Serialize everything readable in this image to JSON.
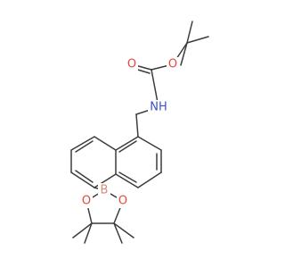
{
  "molecule": {
    "colors": {
      "bond": "#3c3c3c",
      "O": "#e8473d",
      "N": "#3a4fd6",
      "B": "#d98a7a"
    },
    "atoms": [
      {
        "id": "o1",
        "symbol": "O"
      },
      {
        "id": "o2",
        "symbol": "O"
      },
      {
        "id": "n1",
        "symbol": "NH"
      },
      {
        "id": "b1",
        "symbol": "B"
      },
      {
        "id": "o3",
        "symbol": "O"
      },
      {
        "id": "o4",
        "symbol": "O"
      }
    ]
  }
}
